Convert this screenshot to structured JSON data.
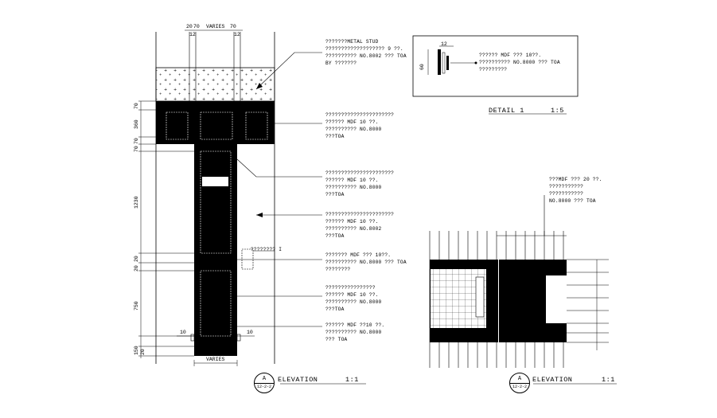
{
  "left_elevation": {
    "top_dims": {
      "a": "20",
      "b": "70",
      "c": "VARIES",
      "d": "70",
      "e": "12",
      "f": "12"
    },
    "left_dims": [
      "70",
      "360",
      "70",
      "70",
      "1230",
      "20",
      "20",
      "750",
      "150",
      "20"
    ],
    "side_dims": {
      "left": "10",
      "right": "10"
    },
    "bottom_dim": "VARIES",
    "notes": [
      "???????METAL STUD\n??????????????????? 9 ??.\n?????????? NO.8002 ??? TOA\nBY ???????",
      "??????????????????????\n?????? MDF 10 ??.\n?????????? NO.8000\n???TOA",
      "??????????????????????\n?????? MDF 10 ??.\n?????????? NO.8000\n???TOA",
      "??????????????????????\n?????? MDF 10 ??.\n?????????? NO.8002\n???TOA",
      "???????? I",
      "??????? MDF ??? 10??.\n?????????? NO.8000 ??? TOA\n????????",
      "????????????????\n?????? MDF 10 ??.\n?????????? NO.8000\n???TOA",
      "?????? MDF ??10 ??.\n?????????? NO.8000\n??? TOA"
    ],
    "tag": {
      "letter": "A",
      "ref": "12-2-2",
      "label": "ELEVATION",
      "scale": "1:1"
    }
  },
  "detail": {
    "dims": {
      "top": "12",
      "left": "60"
    },
    "note": "?????? MDF ??? 10??.\n?????????? NO.8000 ??? TOA\n?????????",
    "label": "DETAIL 1",
    "scale": "1:5"
  },
  "right_elevation": {
    "note": "???MDF ??? 20 ??.\n???????????\n???????????\nNO.8000 ??? TOA",
    "tag": {
      "letter": "A",
      "ref": "12-2-2",
      "label": "ELEVATION",
      "scale": "1:1"
    }
  }
}
